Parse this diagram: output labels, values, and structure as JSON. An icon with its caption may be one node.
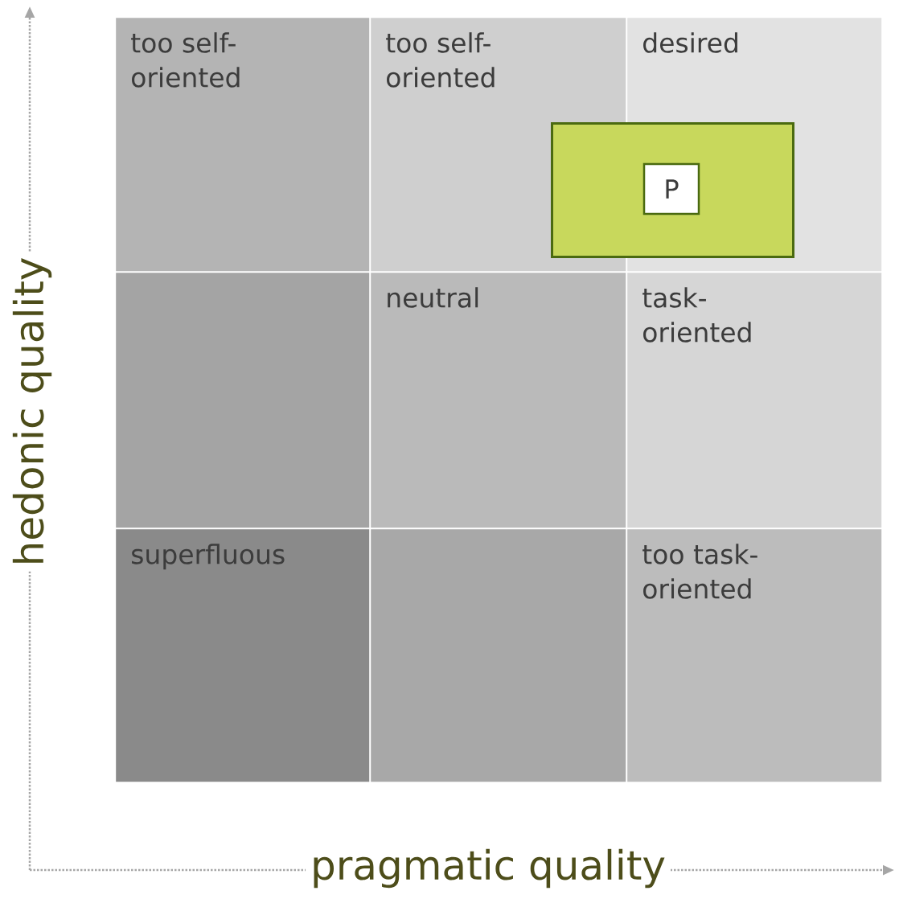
{
  "diagram": {
    "nodes": [
      {
        "text": [
          "too self-oriented"
        ]
      },
      {
        "text": [
          "too self-oriented"
        ]
      },
      {
        "text": [
          "desired"
        ]
      },
      {
        "text": [],
        "shape": "box"
      },
      {
        "text": [
          "neutral"
        ]
      },
      {
        "text": [
          "task-oriented"
        ]
      },
      {
        "text": [
          "superfluous"
        ]
      },
      {
        "text": [],
        "shape": "box"
      },
      {
        "text": [
          "too task-oriented"
        ]
      },
      {
        "text": [],
        "shape": "box"
      },
      {
        "text": [
          "P"
        ]
      }
    ],
    "edges": [],
    "labels": [
      "hedonic quality",
      "pragmatic quality"
    ]
  }
}
